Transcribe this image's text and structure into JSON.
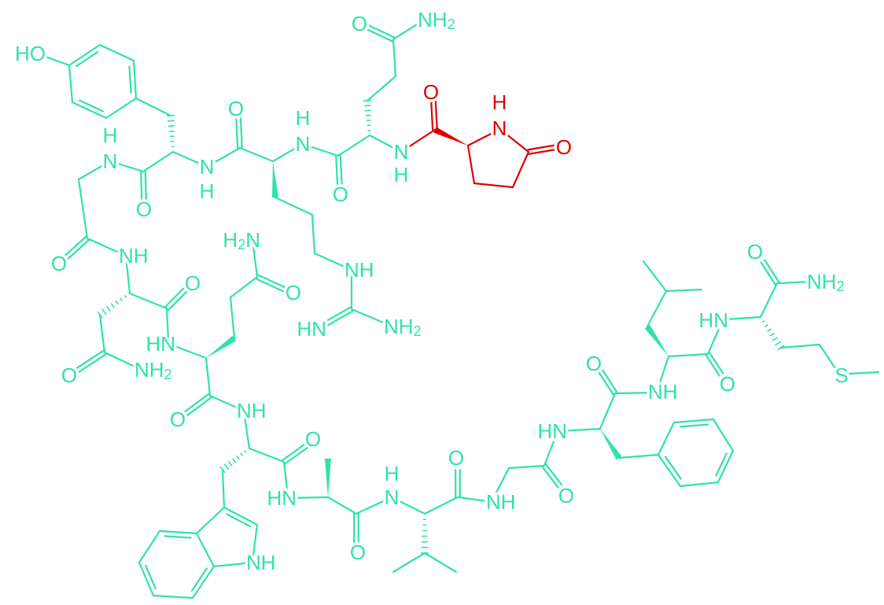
{
  "colors": {
    "main": "#30e2aa",
    "pyroglutamate": "#e00000",
    "background": "#ffffff"
  },
  "labels": {
    "O": "O",
    "N": "N",
    "H": "H",
    "NH": "NH",
    "HN": "HN",
    "HO": "HO",
    "S": "S",
    "sub": "2"
  }
}
